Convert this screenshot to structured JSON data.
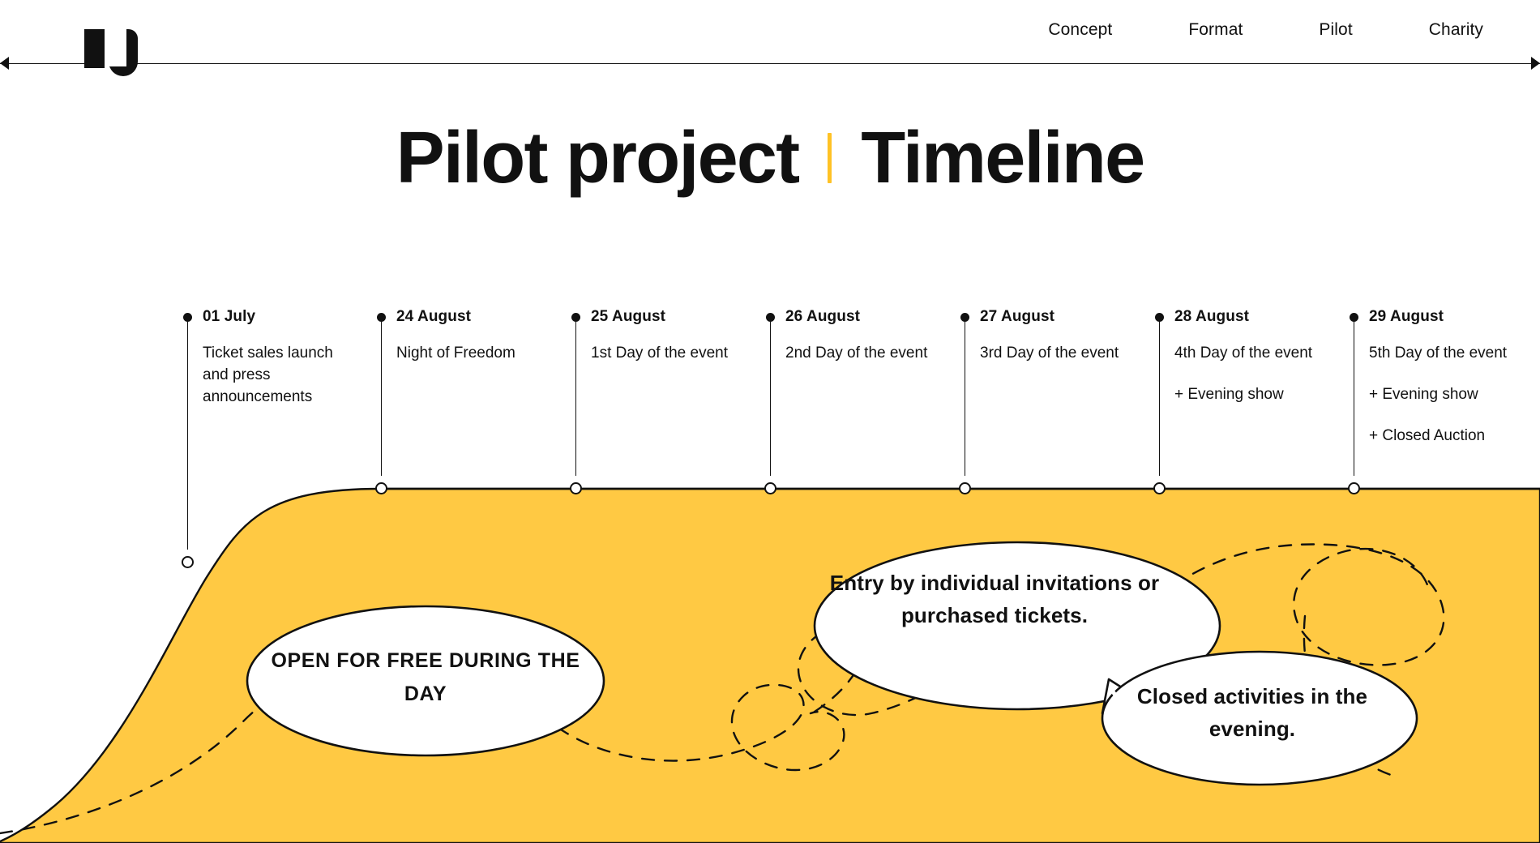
{
  "theme": {
    "yellow": "#FFC943",
    "ink": "#111111",
    "paper": "#FFFFFF",
    "accent_divider": "#FFC225"
  },
  "header": {
    "logo_name": "u-logo",
    "nav": [
      {
        "label": "Concept"
      },
      {
        "label": "Format"
      },
      {
        "label": "Pilot"
      },
      {
        "label": "Charity"
      }
    ]
  },
  "title": {
    "left": "Pilot project",
    "right": "Timeline",
    "divider": "|"
  },
  "timeline": {
    "milestones": [
      {
        "date": "01 July",
        "lines": [
          "Ticket sales launch and press announcements"
        ]
      },
      {
        "date": "24 August",
        "lines": [
          "Night of Freedom"
        ]
      },
      {
        "date": "25 August",
        "lines": [
          "1st Day of the event"
        ]
      },
      {
        "date": "26 August",
        "lines": [
          "2nd Day of the event"
        ]
      },
      {
        "date": "27 August",
        "lines": [
          "3rd Day of the event"
        ]
      },
      {
        "date": "28 August",
        "lines": [
          "4th Day of the event",
          "+ Evening show"
        ]
      },
      {
        "date": "29 August",
        "lines": [
          "5th Day of the event",
          "+ Evening show",
          "+ Closed Auction"
        ]
      }
    ]
  },
  "callouts": [
    {
      "id": "open-for-free",
      "text": "OPEN FOR FREE DURING THE DAY"
    },
    {
      "id": "entry-by-invitation",
      "text": "Entry by individual invitations or purchased tickets."
    },
    {
      "id": "closed-activities",
      "text": "Closed activities in the evening."
    }
  ]
}
